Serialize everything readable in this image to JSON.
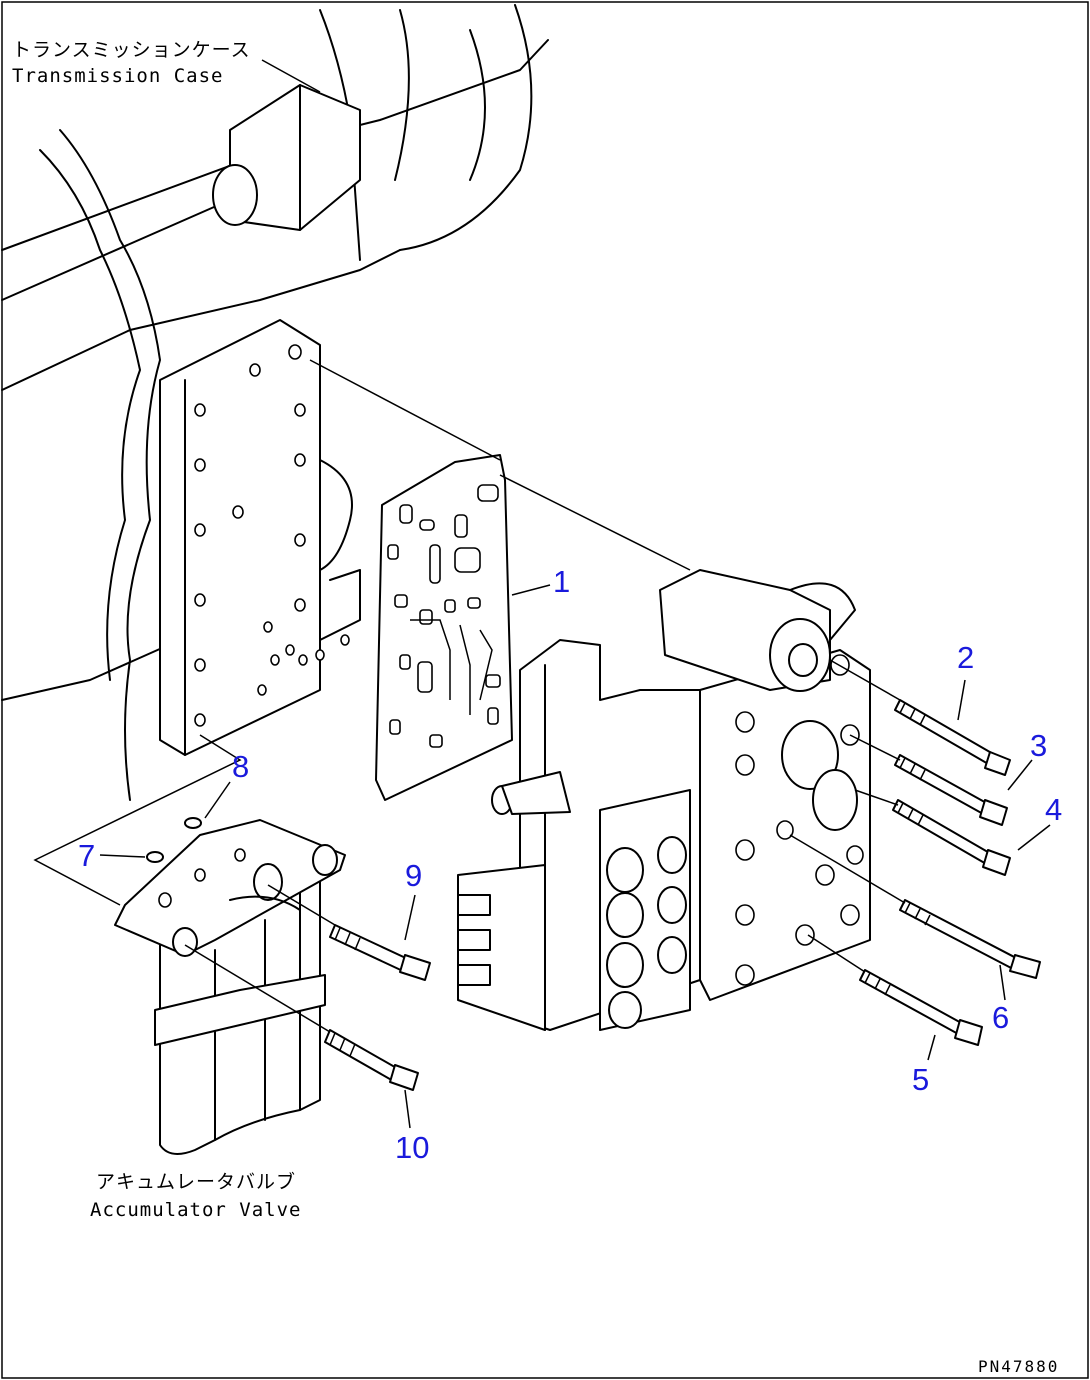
{
  "labels": {
    "transmission_case_jp": "トランスミッションケース",
    "transmission_case_en": "Transmission Case",
    "accumulator_valve_jp": "アキュムレータバルブ",
    "accumulator_valve_en": "Accumulator Valve",
    "drawing_code": "PN47880"
  },
  "callouts": [
    "1",
    "2",
    "3",
    "4",
    "5",
    "6",
    "7",
    "8",
    "9",
    "10"
  ],
  "colors": {
    "callout": "#1a1adc",
    "line": "#000000",
    "background": "#ffffff"
  }
}
